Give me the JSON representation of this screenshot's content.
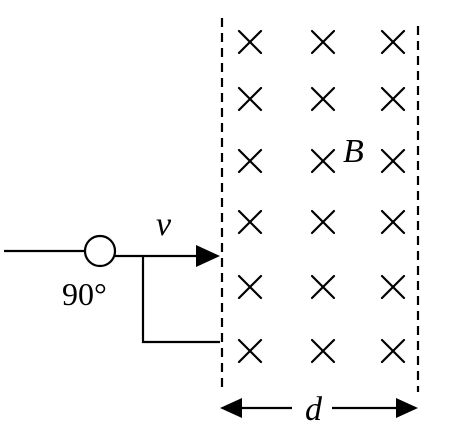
{
  "labels": {
    "velocity": "v",
    "field": "B",
    "angle": "90°",
    "width": "d"
  },
  "field": {
    "symbol": "×",
    "rows": 6,
    "columns": 3
  },
  "colors": {
    "ink": "#000000",
    "background": "#ffffff"
  }
}
